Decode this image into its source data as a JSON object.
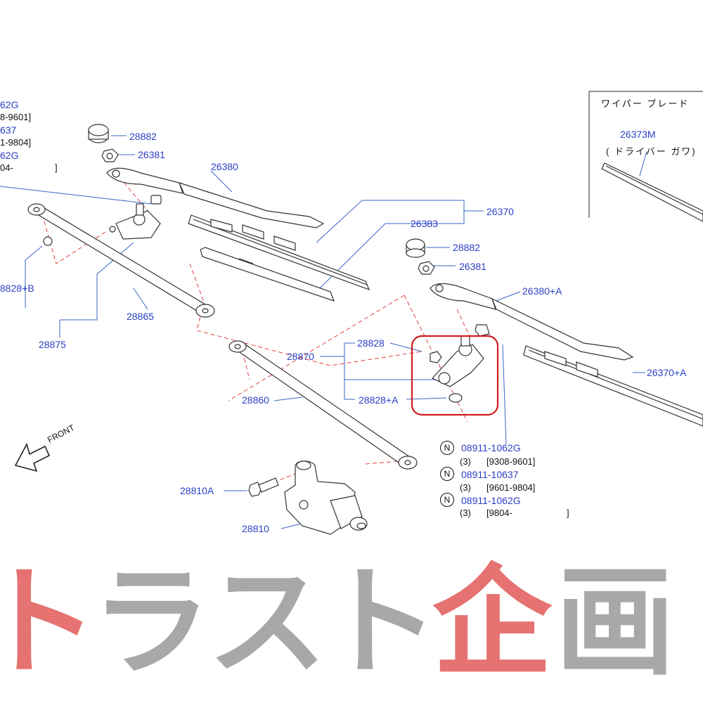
{
  "left_callout": {
    "lines": [
      "62G",
      "8-9601]",
      "637",
      "1-9804]",
      "62G",
      "04-",
      "]"
    ]
  },
  "parts": {
    "p28882_top": "28882",
    "p26381_top": "26381",
    "p26380": "26380",
    "p26370": "26370",
    "p26383": "26383",
    "p28882_right": "28882",
    "p26381_right": "26381",
    "p26380A": "26380+A",
    "p26370A": "26370+A",
    "p28828B": "8828+B",
    "p28865": "28865",
    "p28875": "28875",
    "p28870": "28870",
    "p28828": "28828",
    "p28828A": "28828+A",
    "p28860": "28860",
    "p28810A": "28810A",
    "p28810": "28810",
    "p26373M": "26373M"
  },
  "inset": {
    "title": "ワイパー ブレード",
    "subtitle": "( ドライバー ガワ)"
  },
  "nuts": [
    {
      "symbol": "N",
      "part": "08911-1062G",
      "qty": "(3)",
      "range": "[9308-9601]"
    },
    {
      "symbol": "N",
      "part": "08911-10637",
      "qty": "(3)",
      "range": "[9601-9804]"
    },
    {
      "symbol": "N",
      "part": "08911-1062G",
      "qty": "(3)",
      "range": "[9804-",
      "close": "]"
    }
  ],
  "front_label": "FRONT",
  "watermark": {
    "chars": [
      "ト",
      "ラ",
      "ス",
      "ト",
      "企",
      "画"
    ],
    "colors": [
      "#e25a5a",
      "#9a9a9a",
      "#9a9a9a",
      "#9a9a9a",
      "#e25a5a",
      "#9a9a9a"
    ]
  },
  "colors": {
    "part_number": "#2a3fc4",
    "leader_line": "#3a64c8",
    "dashed_line": "#e04040",
    "highlight_box": "#d01c1c"
  }
}
